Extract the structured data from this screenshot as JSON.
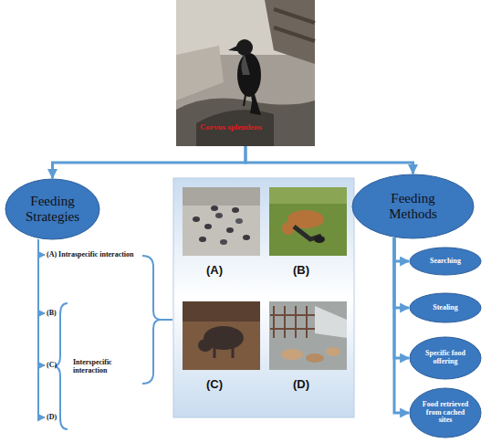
{
  "diagram": {
    "nodes": [
      {
        "text": [
          "Corvus splendens"
        ]
      },
      {
        "text": [
          "Feeding Strategies"
        ]
      },
      {
        "text": [
          "(A)",
          "(B)",
          "(C)",
          "(D)"
        ]
      },
      {
        "text": [
          "Feeding Methods"
        ]
      },
      {
        "text": [
          "Searching"
        ]
      },
      {
        "text": [
          "Stealing"
        ]
      },
      {
        "text": [
          "Specific food offering"
        ]
      },
      {
        "text": [
          "Food retrieved from cached sites"
        ]
      }
    ],
    "edges": [
      {
        "from": 0,
        "to": 1,
        "arrow": "to"
      },
      {
        "from": 0,
        "to": 3,
        "arrow": "to"
      },
      {
        "from": 3,
        "to": 4,
        "arrow": "to"
      },
      {
        "from": 3,
        "to": 5,
        "arrow": "to"
      },
      {
        "from": 3,
        "to": 6,
        "arrow": "to"
      },
      {
        "from": 3,
        "to": 7,
        "arrow": "to"
      }
    ],
    "labels": [
      "(A) Intraspecific interaction",
      "(B)",
      "(C)",
      "(D)",
      "Interspecific interaction"
    ]
  }
}
